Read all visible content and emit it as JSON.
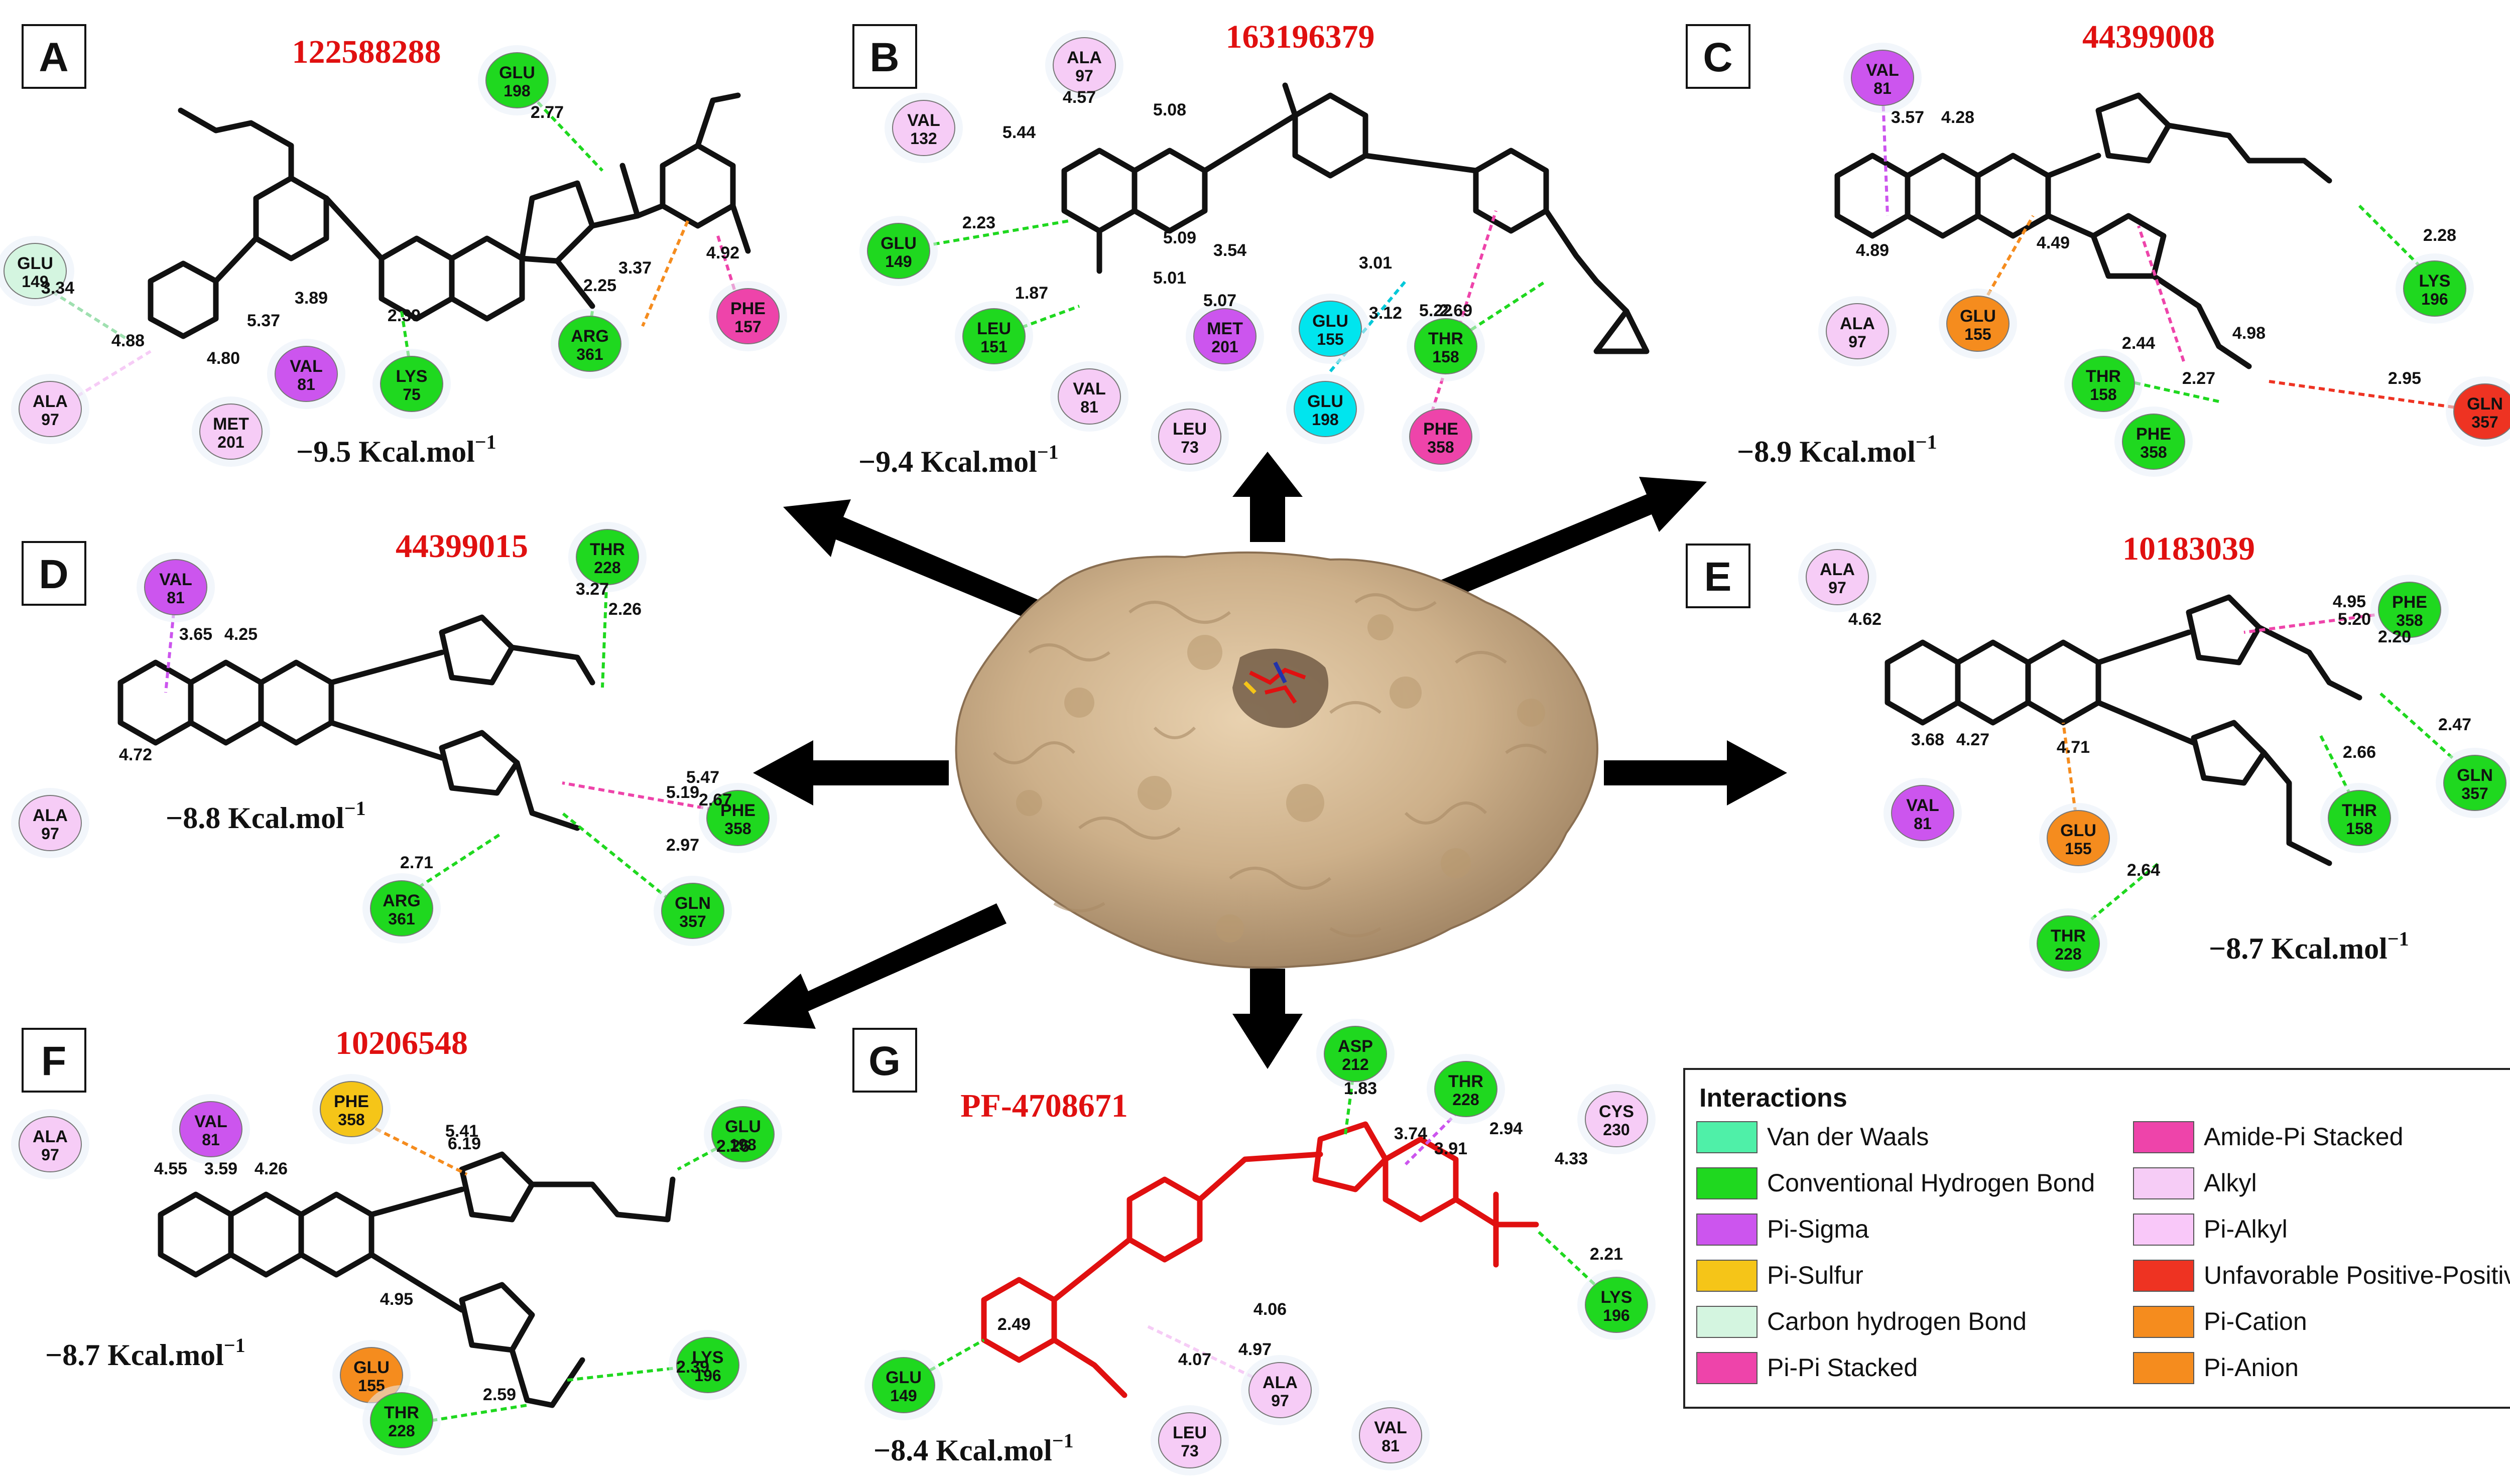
{
  "panels": [
    {
      "id": "A",
      "compound": "122588288",
      "energy": "−9.5 Kcal.mol",
      "exp": "−1"
    },
    {
      "id": "B",
      "compound": "163196379",
      "energy": "−9.4 Kcal.mol",
      "exp": "−1"
    },
    {
      "id": "C",
      "compound": "44399008",
      "energy": "−8.9 Kcal.mol",
      "exp": "−1"
    },
    {
      "id": "D",
      "compound": "44399015",
      "energy": "−8.8 Kcal.mol",
      "exp": "−1"
    },
    {
      "id": "E",
      "compound": "10183039",
      "energy": "−8.7 Kcal.mol",
      "exp": "−1"
    },
    {
      "id": "F",
      "compound": "10206548",
      "energy": "−8.7 Kcal.mol",
      "exp": "−1"
    },
    {
      "id": "G",
      "compound": "PF-4708671",
      "energy": "−8.4 Kcal.mol",
      "exp": "−1"
    }
  ],
  "colors": {
    "vdw": "#4ff0a8",
    "hbond": "#1fd81f",
    "pisigma": "#cc55ee",
    "pisulfur": "#f5c518",
    "chbond": "#d4f5e0",
    "pipi": "#ee44aa",
    "amidepi": "#ee44aa",
    "alkyl": "#f6ccf6",
    "pialkyl": "#f9c8f9",
    "unfav": "#ee3322",
    "pication": "#f58c1e",
    "pianion": "#f58c1e",
    "picharge_bg": "#00e5ee",
    "compound_red": "#e01010"
  },
  "legend": {
    "title": "Interactions",
    "left": [
      {
        "label": "Van der Waals",
        "color": "#4ff0a8"
      },
      {
        "label": "Conventional Hydrogen Bond",
        "color": "#1fd81f"
      },
      {
        "label": "Pi-Sigma",
        "color": "#cc55ee"
      },
      {
        "label": "Pi-Sulfur",
        "color": "#f5c518"
      },
      {
        "label": "Carbon hydrogen Bond",
        "color": "#d4f5e0"
      },
      {
        "label": "Pi-Pi Stacked",
        "color": "#ee44aa"
      }
    ],
    "right": [
      {
        "label": "Amide-Pi Stacked",
        "color": "#ee44aa"
      },
      {
        "label": "Alkyl",
        "color": "#f6ccf6"
      },
      {
        "label": "Pi-Alkyl",
        "color": "#f9c8f9"
      },
      {
        "label": "Unfavorable Positive-Positive",
        "color": "#ee3322"
      },
      {
        "label": "Pi-Cation",
        "color": "#f58c1e"
      },
      {
        "label": "Pi-Anion",
        "color": "#f58c1e"
      }
    ]
  },
  "residues": [
    {
      "p": "A",
      "t": "GLU",
      "n": "198",
      "k": "hbond"
    },
    {
      "p": "A",
      "t": "GLU",
      "n": "149",
      "k": "chbond"
    },
    {
      "p": "A",
      "t": "ALA",
      "n": "97",
      "k": "alkyl"
    },
    {
      "p": "A",
      "t": "MET",
      "n": "201",
      "k": "alkyl"
    },
    {
      "p": "A",
      "t": "VAL",
      "n": "81",
      "k": "pisigma"
    },
    {
      "p": "A",
      "t": "LYS",
      "n": "75",
      "k": "hbond"
    },
    {
      "p": "A",
      "t": "ARG",
      "n": "361",
      "k": "hbond"
    },
    {
      "p": "A",
      "t": "PHE",
      "n": "157",
      "k": "pipi"
    },
    {
      "p": "B",
      "t": "ALA",
      "n": "97",
      "k": "alkyl"
    },
    {
      "p": "B",
      "t": "VAL",
      "n": "132",
      "k": "alkyl"
    },
    {
      "p": "B",
      "t": "GLU",
      "n": "149",
      "k": "hbond"
    },
    {
      "p": "B",
      "t": "LEU",
      "n": "151",
      "k": "hbond"
    },
    {
      "p": "B",
      "t": "VAL",
      "n": "81",
      "k": "alkyl"
    },
    {
      "p": "B",
      "t": "MET",
      "n": "201",
      "k": "pisigma"
    },
    {
      "p": "B",
      "t": "LEU",
      "n": "73",
      "k": "alkyl"
    },
    {
      "p": "B",
      "t": "GLU",
      "n": "155",
      "k": "picharge_bg"
    },
    {
      "p": "B",
      "t": "GLU",
      "n": "198",
      "k": "picharge_bg"
    },
    {
      "p": "B",
      "t": "THR",
      "n": "158",
      "k": "hbond"
    },
    {
      "p": "B",
      "t": "PHE",
      "n": "358",
      "k": "pipi"
    },
    {
      "p": "C",
      "t": "VAL",
      "n": "81",
      "k": "pisigma"
    },
    {
      "p": "C",
      "t": "ALA",
      "n": "97",
      "k": "alkyl"
    },
    {
      "p": "C",
      "t": "GLU",
      "n": "155",
      "k": "pication"
    },
    {
      "p": "C",
      "t": "THR",
      "n": "158",
      "k": "hbond"
    },
    {
      "p": "C",
      "t": "PHE",
      "n": "358",
      "k": "hbond"
    },
    {
      "p": "C",
      "t": "GLN",
      "n": "357",
      "k": "unfav"
    },
    {
      "p": "C",
      "t": "LYS",
      "n": "196",
      "k": "hbond"
    },
    {
      "p": "D",
      "t": "VAL",
      "n": "81",
      "k": "pisigma"
    },
    {
      "p": "D",
      "t": "THR",
      "n": "228",
      "k": "hbond"
    },
    {
      "p": "D",
      "t": "ALA",
      "n": "97",
      "k": "alkyl"
    },
    {
      "p": "D",
      "t": "PHE",
      "n": "358",
      "k": "hbond"
    },
    {
      "p": "D",
      "t": "ARG",
      "n": "361",
      "k": "hbond"
    },
    {
      "p": "D",
      "t": "GLN",
      "n": "357",
      "k": "hbond"
    },
    {
      "p": "E",
      "t": "ALA",
      "n": "97",
      "k": "alkyl"
    },
    {
      "p": "E",
      "t": "PHE",
      "n": "358",
      "k": "hbond"
    },
    {
      "p": "E",
      "t": "GLN",
      "n": "357",
      "k": "hbond"
    },
    {
      "p": "E",
      "t": "THR",
      "n": "158",
      "k": "hbond"
    },
    {
      "p": "E",
      "t": "VAL",
      "n": "81",
      "k": "pisigma"
    },
    {
      "p": "E",
      "t": "GLU",
      "n": "155",
      "k": "pication"
    },
    {
      "p": "E",
      "t": "THR",
      "n": "228",
      "k": "hbond"
    },
    {
      "p": "F",
      "t": "ALA",
      "n": "97",
      "k": "alkyl"
    },
    {
      "p": "F",
      "t": "VAL",
      "n": "81",
      "k": "pisigma"
    },
    {
      "p": "F",
      "t": "PHE",
      "n": "358",
      "k": "pisulfur"
    },
    {
      "p": "F",
      "t": "GLU",
      "n": "198",
      "k": "hbond"
    },
    {
      "p": "F",
      "t": "GLU",
      "n": "155",
      "k": "pication"
    },
    {
      "p": "F",
      "t": "LYS",
      "n": "196",
      "k": "hbond"
    },
    {
      "p": "F",
      "t": "THR",
      "n": "228",
      "k": "hbond"
    },
    {
      "p": "G",
      "t": "ASP",
      "n": "212",
      "k": "hbond"
    },
    {
      "p": "G",
      "t": "THR",
      "n": "228",
      "k": "hbond"
    },
    {
      "p": "G",
      "t": "CYS",
      "n": "230",
      "k": "alkyl"
    },
    {
      "p": "G",
      "t": "LYS",
      "n": "196",
      "k": "hbond"
    },
    {
      "p": "G",
      "t": "GLU",
      "n": "149",
      "k": "hbond"
    },
    {
      "p": "G",
      "t": "ALA",
      "n": "97",
      "k": "alkyl"
    },
    {
      "p": "G",
      "t": "LEU",
      "n": "73",
      "k": "alkyl"
    },
    {
      "p": "G",
      "t": "VAL",
      "n": "81",
      "k": "alkyl"
    }
  ],
  "distances": [
    {
      "p": "A",
      "v": "2.77"
    },
    {
      "p": "A",
      "v": "3.34"
    },
    {
      "p": "A",
      "v": "4.88"
    },
    {
      "p": "A",
      "v": "5.37"
    },
    {
      "p": "A",
      "v": "4.80"
    },
    {
      "p": "A",
      "v": "3.89"
    },
    {
      "p": "A",
      "v": "2.39"
    },
    {
      "p": "A",
      "v": "2.25"
    },
    {
      "p": "A",
      "v": "3.37"
    },
    {
      "p": "A",
      "v": "4.92"
    },
    {
      "p": "B",
      "v": "4.57"
    },
    {
      "p": "B",
      "v": "5.08"
    },
    {
      "p": "B",
      "v": "5.44"
    },
    {
      "p": "B",
      "v": "2.23"
    },
    {
      "p": "B",
      "v": "1.87"
    },
    {
      "p": "B",
      "v": "5.09"
    },
    {
      "p": "B",
      "v": "3.54"
    },
    {
      "p": "B",
      "v": "5.01"
    },
    {
      "p": "B",
      "v": "5.07"
    },
    {
      "p": "B",
      "v": "3.01"
    },
    {
      "p": "B",
      "v": "3.12"
    },
    {
      "p": "B",
      "v": "5.22"
    },
    {
      "p": "B",
      "v": "2.69"
    },
    {
      "p": "C",
      "v": "3.57"
    },
    {
      "p": "C",
      "v": "4.28"
    },
    {
      "p": "C",
      "v": "4.89"
    },
    {
      "p": "C",
      "v": "4.49"
    },
    {
      "p": "C",
      "v": "2.28"
    },
    {
      "p": "C",
      "v": "2.44"
    },
    {
      "p": "C",
      "v": "4.98"
    },
    {
      "p": "C",
      "v": "2.27"
    },
    {
      "p": "C",
      "v": "2.95"
    },
    {
      "p": "D",
      "v": "3.27"
    },
    {
      "p": "D",
      "v": "2.26"
    },
    {
      "p": "D",
      "v": "3.65"
    },
    {
      "p": "D",
      "v": "4.25"
    },
    {
      "p": "D",
      "v": "4.72"
    },
    {
      "p": "D",
      "v": "5.47"
    },
    {
      "p": "D",
      "v": "5.19"
    },
    {
      "p": "D",
      "v": "2.67"
    },
    {
      "p": "D",
      "v": "2.97"
    },
    {
      "p": "D",
      "v": "2.71"
    },
    {
      "p": "E",
      "v": "4.62"
    },
    {
      "p": "E",
      "v": "4.95"
    },
    {
      "p": "E",
      "v": "5.20"
    },
    {
      "p": "E",
      "v": "2.20"
    },
    {
      "p": "E",
      "v": "2.47"
    },
    {
      "p": "E",
      "v": "3.68"
    },
    {
      "p": "E",
      "v": "4.27"
    },
    {
      "p": "E",
      "v": "4.71"
    },
    {
      "p": "E",
      "v": "2.66"
    },
    {
      "p": "E",
      "v": "2.64"
    },
    {
      "p": "F",
      "v": "4.55"
    },
    {
      "p": "F",
      "v": "3.59"
    },
    {
      "p": "F",
      "v": "4.26"
    },
    {
      "p": "F",
      "v": "5.41"
    },
    {
      "p": "F",
      "v": "6.19"
    },
    {
      "p": "F",
      "v": "2.26"
    },
    {
      "p": "F",
      "v": "4.95"
    },
    {
      "p": "F",
      "v": "2.39"
    },
    {
      "p": "F",
      "v": "2.59"
    },
    {
      "p": "G",
      "v": "1.83"
    },
    {
      "p": "G",
      "v": "3.74"
    },
    {
      "p": "G",
      "v": "3.91"
    },
    {
      "p": "G",
      "v": "2.94"
    },
    {
      "p": "G",
      "v": "4.33"
    },
    {
      "p": "G",
      "v": "2.21"
    },
    {
      "p": "G",
      "v": "2.49"
    },
    {
      "p": "G",
      "v": "4.06"
    },
    {
      "p": "G",
      "v": "4.97"
    },
    {
      "p": "G",
      "v": "4.07"
    }
  ]
}
